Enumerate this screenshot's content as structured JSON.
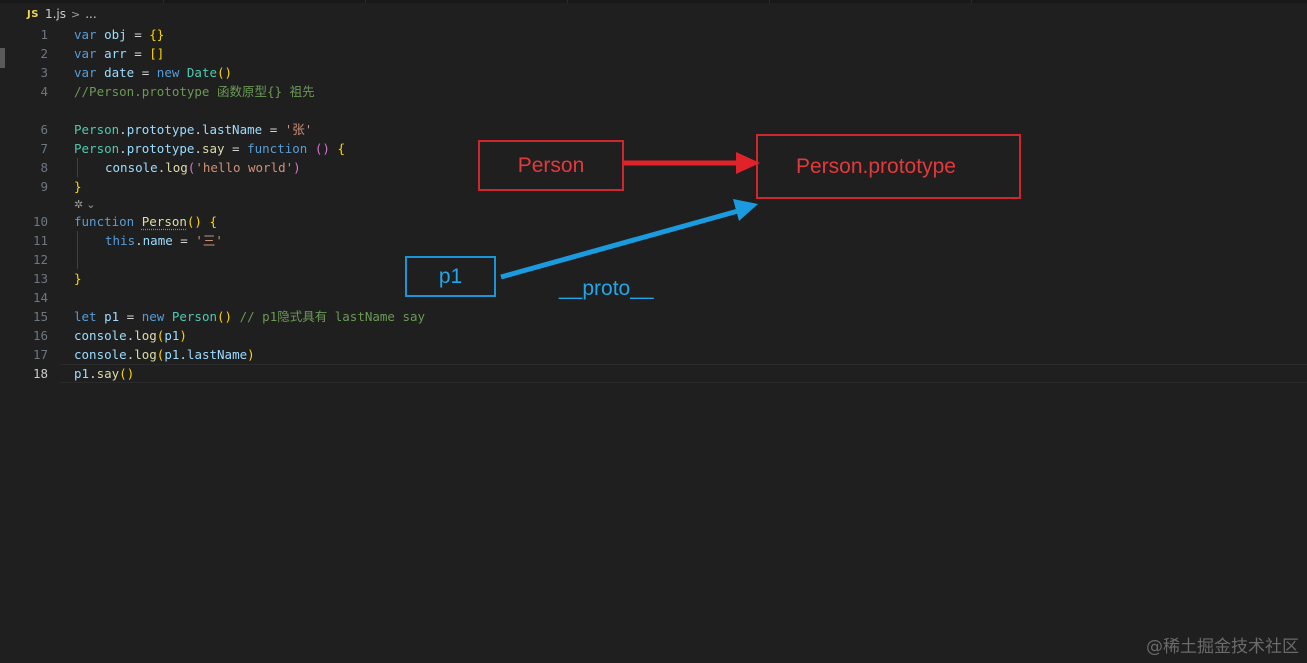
{
  "breadcrumb": {
    "lang_badge": "JS",
    "file": "1.js",
    "separator": ">",
    "more": "..."
  },
  "editor": {
    "active_line": "18",
    "line_numbers": [
      "1",
      "2",
      "3",
      "4",
      "6",
      "7",
      "8",
      "9",
      "10",
      "11",
      "12",
      "13",
      "14",
      "15",
      "16",
      "17",
      "18"
    ],
    "codelens_icons": [
      "hint-icon",
      "chevron-down-icon"
    ],
    "tokens": {
      "l1": [
        "var",
        " obj",
        " = ",
        "{}"
      ],
      "l2": [
        "var",
        " arr",
        " = ",
        "[]"
      ],
      "l3": [
        "var",
        " date",
        " = ",
        "new",
        " Date",
        "()"
      ],
      "l4": [
        "//Person.prototype 函数原型{} 祖先"
      ],
      "l6": [
        "Person",
        ".",
        "prototype",
        ".",
        "lastName",
        " = ",
        "'张'"
      ],
      "l7": [
        "Person",
        ".",
        "prototype",
        ".",
        "say",
        " = ",
        "function",
        " ",
        "()",
        " ",
        "{"
      ],
      "l8": [
        "console",
        ".",
        "log",
        "(",
        "'hello world'",
        ")"
      ],
      "l9": [
        "}"
      ],
      "l10": [
        "function",
        " ",
        "Person",
        "()",
        " ",
        "{"
      ],
      "l11": [
        "this",
        ".",
        "name",
        " = ",
        "'三'"
      ],
      "l13": [
        "}"
      ],
      "l15": [
        "let",
        " p1",
        " = ",
        "new",
        " Person",
        "()",
        " ",
        "// p1隐式具有 lastName say"
      ],
      "l16": [
        "console",
        ".",
        "log",
        "(",
        "p1",
        ")"
      ],
      "l17": [
        "console",
        ".",
        "log",
        "(",
        "p1",
        ".",
        "lastName",
        ")"
      ],
      "l18": [
        "p1",
        ".",
        "say",
        "()"
      ]
    }
  },
  "diagram": {
    "person_label": "Person",
    "prototype_label": "Person.prototype",
    "p1_label": "p1",
    "proto_link_label": "__proto__",
    "colors": {
      "red": "#e0232a",
      "blue": "#1a9be0"
    }
  },
  "watermark": "@稀土掘金技术社区"
}
